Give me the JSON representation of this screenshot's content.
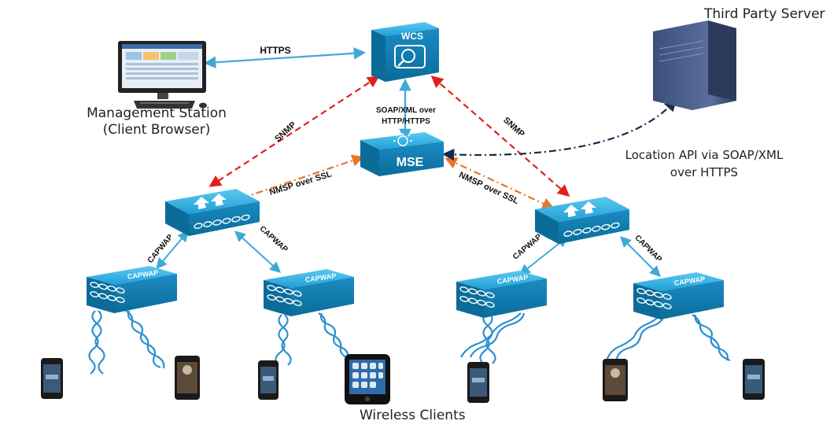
{
  "labels": {
    "third_party_server": "Third Party Server",
    "management_station": "Management Station (Client Browser)",
    "wireless_clients": "Wireless Clients",
    "location_api": "Location API via SOAP/XML over HTTPS",
    "soap_xml": "SOAP/XML over HTTP/HTTPS",
    "https": "HTTPS",
    "snmp_left": "SNMP",
    "snmp_right": "SNMP",
    "nmsp_left": "NMSP over SSL",
    "nmsp_right": "NMSP over SSL",
    "capwap": "CAPWAP"
  },
  "devices": {
    "wcs": "WCS",
    "mse": "MSE",
    "ap_label": "CAPWAP"
  },
  "colors": {
    "device_blue": "#1f9fd6",
    "device_dark": "#0b6c99",
    "capwap_link": "#3fa9d6",
    "snmp_link": "#e02020",
    "nmsp_link": "#e8762a",
    "api_link": "#1a2a4a",
    "antenna": "#2a90d0"
  }
}
